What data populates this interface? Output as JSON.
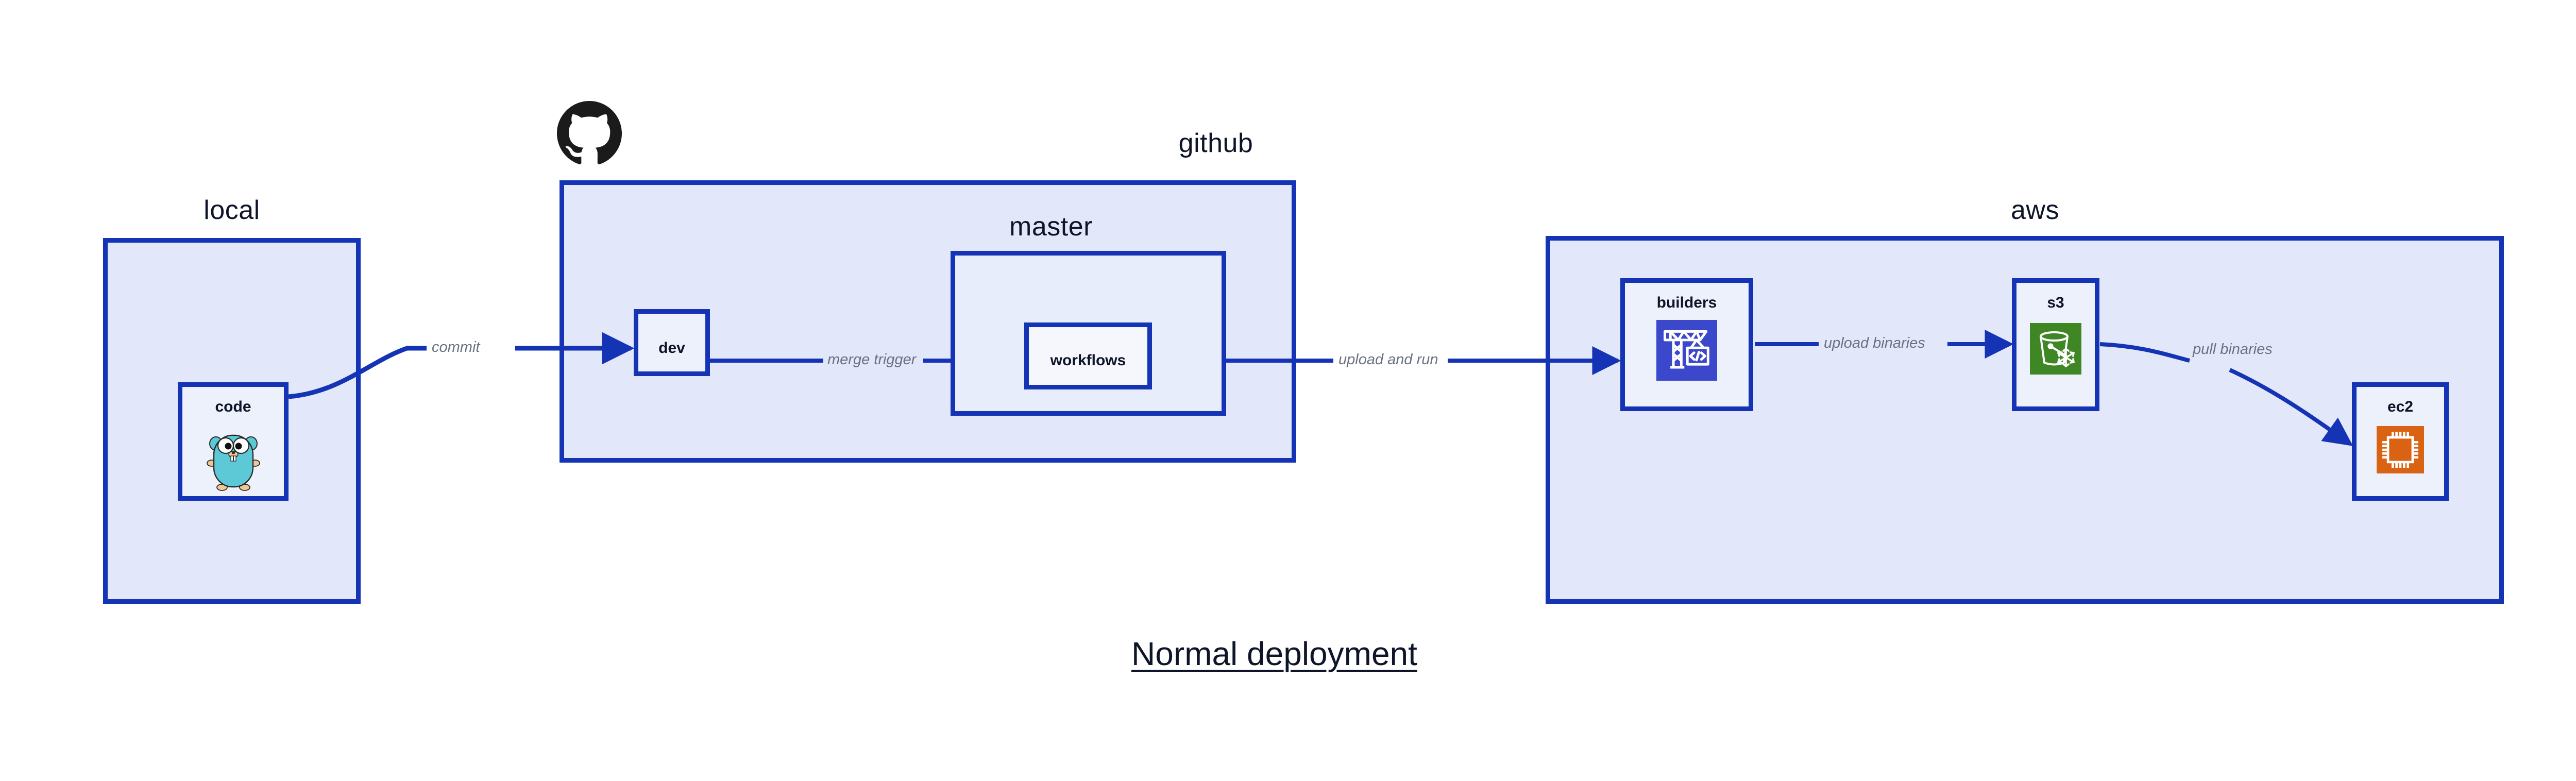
{
  "diagram": {
    "title": "Normal deployment",
    "background": "#ffffff",
    "accent_border": "#1433B5",
    "group_fill": "#E2E7FA",
    "node_fill": "#EDF1FC",
    "label_color": "#0E1528",
    "edge_label_color": "#6B7183"
  },
  "groups": {
    "local": {
      "label": "local"
    },
    "github": {
      "label": "github"
    },
    "master": {
      "label": "master"
    },
    "aws": {
      "label": "aws"
    }
  },
  "nodes": {
    "code": {
      "label": "code",
      "icon": "go-gopher-icon"
    },
    "dev": {
      "label": "dev",
      "icon": "none"
    },
    "workflows": {
      "label": "workflows",
      "icon": "none"
    },
    "builders": {
      "label": "builders",
      "icon": "aws-builder-crane-icon",
      "icon_color": "#3B48CC"
    },
    "s3": {
      "label": "s3",
      "icon": "aws-s3-bucket-icon",
      "icon_color": "#3F8624"
    },
    "ec2": {
      "label": "ec2",
      "icon": "aws-ec2-chip-icon",
      "icon_color": "#D96213"
    }
  },
  "edges": [
    {
      "id": "code-to-dev",
      "label": "commit",
      "from": "code",
      "to": "dev"
    },
    {
      "id": "dev-to-workflows",
      "label": "merge trigger",
      "from": "dev",
      "to": "workflows"
    },
    {
      "id": "workflows-to-builders",
      "label": "upload and run",
      "from": "workflows",
      "to": "builders"
    },
    {
      "id": "builders-to-s3",
      "label": "upload binaries",
      "from": "builders",
      "to": "s3"
    },
    {
      "id": "s3-to-ec2",
      "label": "pull binaries",
      "from": "s3",
      "to": "ec2"
    }
  ],
  "logos": {
    "github": "github-octocat-logo"
  }
}
